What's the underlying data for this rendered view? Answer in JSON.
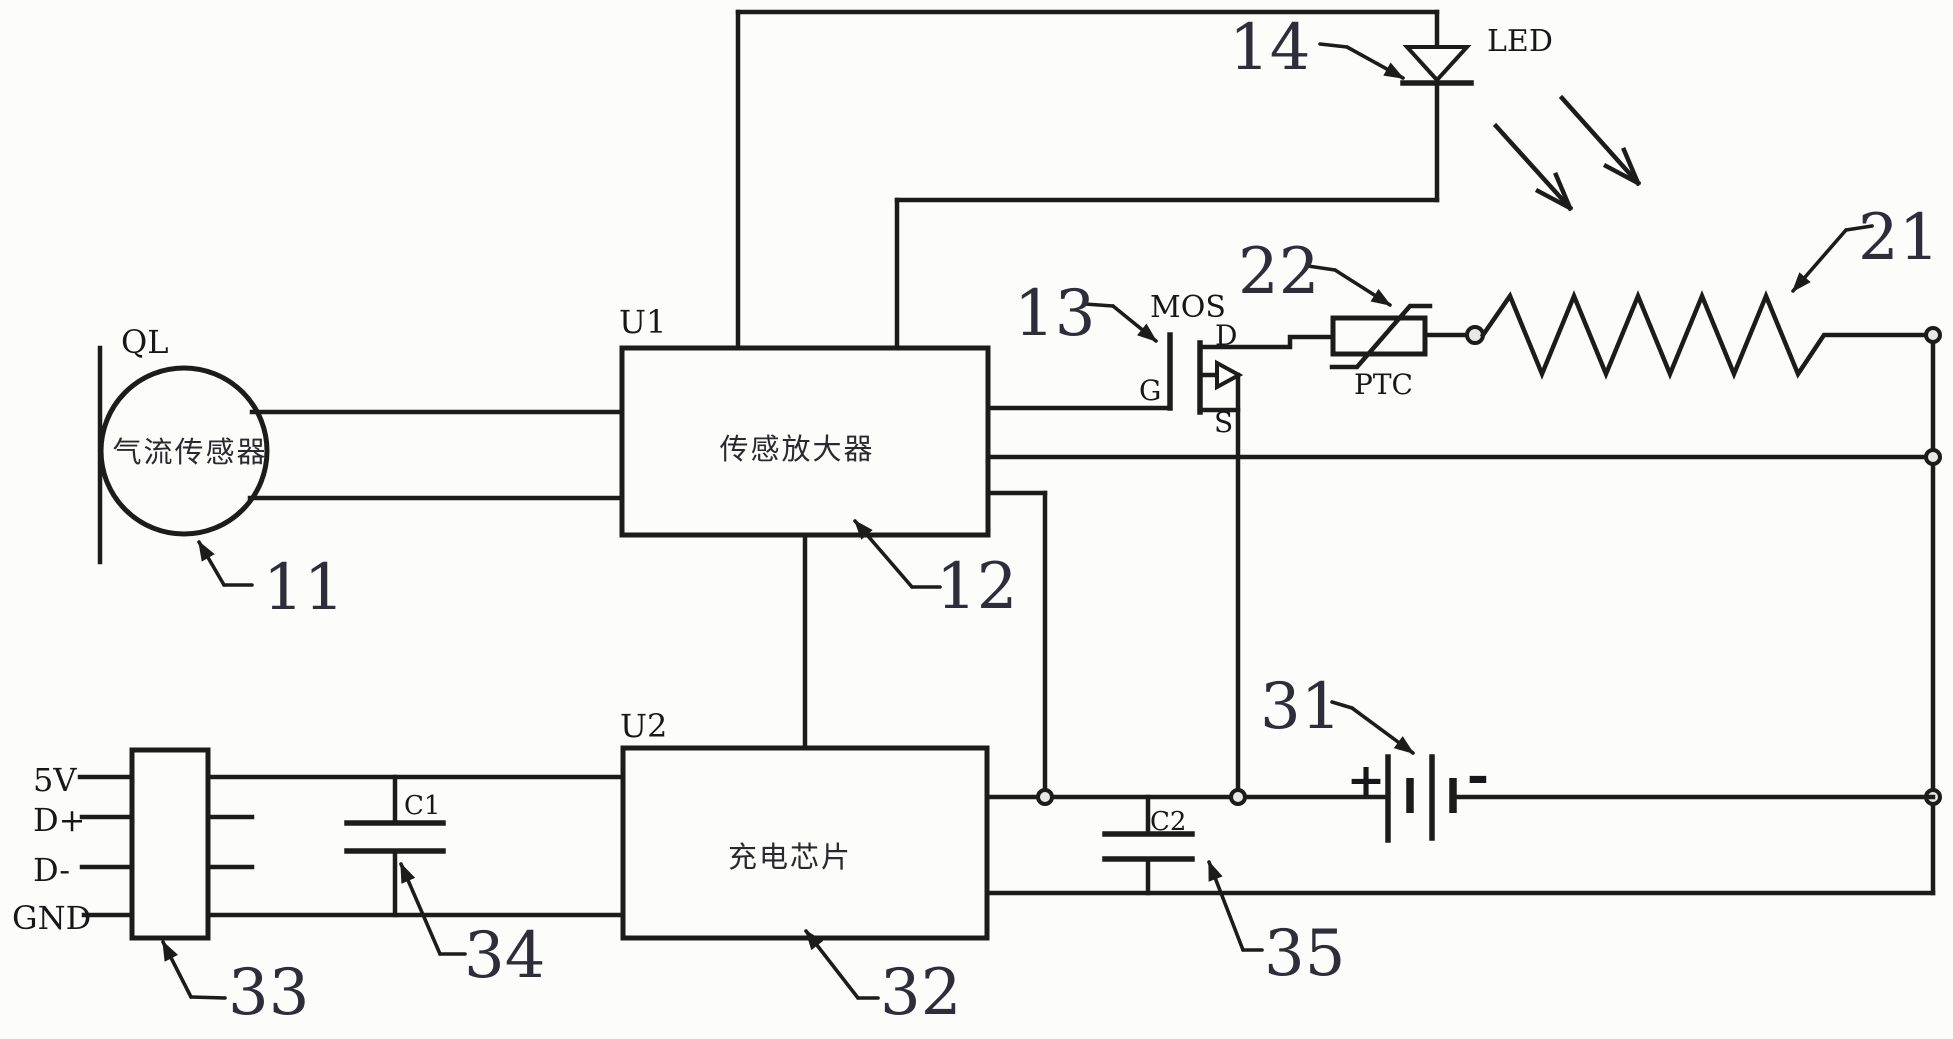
{
  "figure": {
    "type": "circuit-schematic",
    "background": "#fcfcfb",
    "line_color": "#1c1c1c",
    "number_color": "#2e2e3a"
  },
  "components": {
    "airflow_sensor": {
      "ref": "11",
      "designator": "QL",
      "name": "气流传感器"
    },
    "sense_amplifier": {
      "ref": "12",
      "designator": "U1",
      "name": "传感放大器"
    },
    "mosfet": {
      "ref": "13",
      "designator": "MOS",
      "pin_d": "D",
      "pin_g": "G",
      "pin_s": "S"
    },
    "led": {
      "ref": "14",
      "designator": "LED"
    },
    "heating_coil": {
      "ref": "21"
    },
    "ptc": {
      "ref": "22",
      "designator": "PTC"
    },
    "battery": {
      "ref": "31",
      "plus": "+",
      "minus": "-"
    },
    "charging_chip": {
      "ref": "32",
      "designator": "U2",
      "name": "充电芯片"
    },
    "usb_connector": {
      "ref": "33",
      "pin_5v": "5V",
      "pin_dplus": "D+",
      "pin_dminus": "D-",
      "pin_gnd": "GND"
    },
    "cap_c1": {
      "ref": "34",
      "designator": "C1"
    },
    "cap_c2": {
      "ref": "35",
      "designator": "C2"
    }
  }
}
